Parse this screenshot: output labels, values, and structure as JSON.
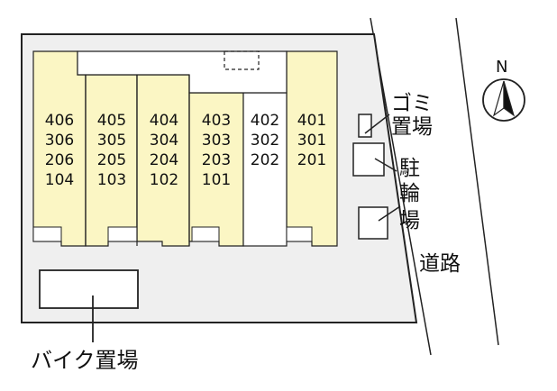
{
  "map": {
    "colors": {
      "lot": "#efefef",
      "unit": "#fbf6c4",
      "outline": "#222222",
      "white": "#ffffff"
    },
    "units": {
      "col1": [
        "406",
        "306",
        "206",
        "104"
      ],
      "col2": [
        "405",
        "305",
        "205",
        "103"
      ],
      "col3": [
        "404",
        "304",
        "204",
        "102"
      ],
      "col4": [
        "403",
        "303",
        "203",
        "101"
      ],
      "col5": [
        "402",
        "302",
        "202"
      ],
      "col6": [
        "401",
        "301",
        "201"
      ]
    },
    "labels": {
      "garbage_1": "ゴミ",
      "garbage_2": "置場",
      "bicycle_1": "駐",
      "bicycle_2": "輪",
      "bicycle_3": "場",
      "road": "道路",
      "bike_parking": "バイク置場",
      "north": "N"
    }
  }
}
